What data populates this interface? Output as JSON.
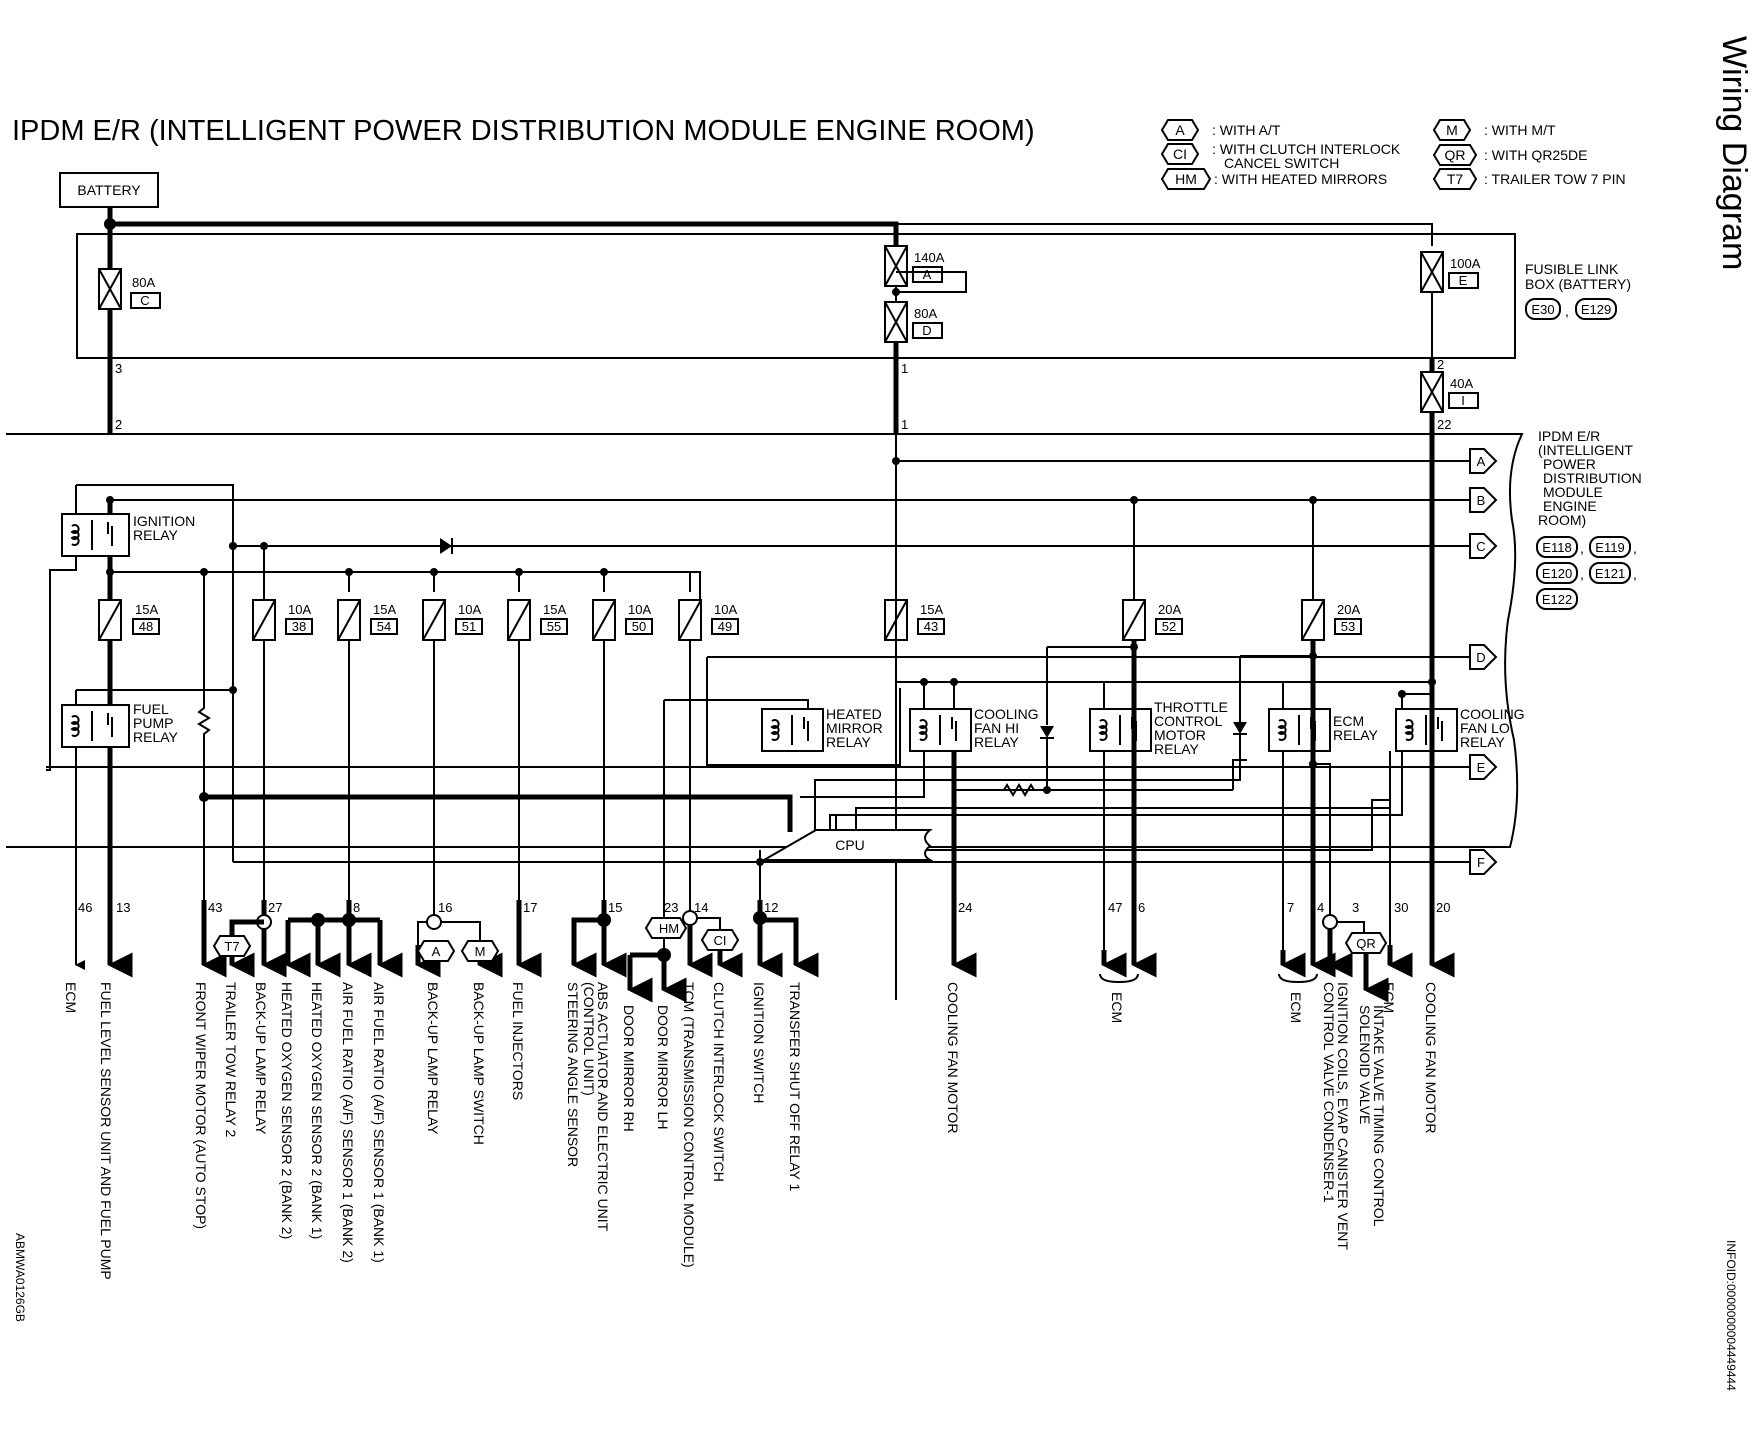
{
  "title": "IPDM E/R (INTELLIGENT POWER DISTRIBUTION MODULE ENGINE ROOM)",
  "side_title": "Wiring Diagram",
  "doc_code": "ABMWA0126GB",
  "info_id": "INFOID:0000000004449444",
  "battery_label": "BATTERY",
  "cpu_label": "CPU",
  "legend": [
    {
      "code": "A",
      "text": ": WITH A/T"
    },
    {
      "code": "CI",
      "text": ": WITH CLUTCH INTERLOCK",
      "text2": "CANCEL SWITCH"
    },
    {
      "code": "HM",
      "text": ": WITH HEATED MIRRORS"
    },
    {
      "code": "M",
      "text": ": WITH M/T"
    },
    {
      "code": "QR",
      "text": ": WITH QR25DE"
    },
    {
      "code": "T7",
      "text": ": TRAILER TOW 7 PIN"
    }
  ],
  "fusible_link_box": {
    "lines": [
      "FUSIBLE LINK",
      "BOX (BATTERY)"
    ],
    "connectors": [
      "E30",
      "E129"
    ]
  },
  "ipdm_block": {
    "lines": [
      "IPDM E/R",
      "(INTELLIGENT",
      "POWER",
      "DISTRIBUTION",
      "MODULE",
      "ENGINE",
      "ROOM)"
    ],
    "connectors": [
      "E118",
      "E119",
      "E120",
      "E121",
      "E122"
    ]
  },
  "fusible_links": [
    {
      "amp": "80A",
      "id": "C"
    },
    {
      "amp": "140A",
      "id": "A"
    },
    {
      "amp": "80A",
      "id": "D"
    },
    {
      "amp": "100A",
      "id": "E"
    },
    {
      "amp": "40A",
      "id": "I"
    }
  ],
  "fuses": [
    {
      "amp": "15A",
      "num": "48"
    },
    {
      "amp": "10A",
      "num": "38"
    },
    {
      "amp": "15A",
      "num": "54"
    },
    {
      "amp": "10A",
      "num": "51"
    },
    {
      "amp": "15A",
      "num": "55"
    },
    {
      "amp": "10A",
      "num": "50"
    },
    {
      "amp": "10A",
      "num": "49"
    },
    {
      "amp": "15A",
      "num": "43"
    },
    {
      "amp": "20A",
      "num": "52"
    },
    {
      "amp": "20A",
      "num": "53"
    }
  ],
  "relays": {
    "ignition": [
      "IGNITION",
      "RELAY"
    ],
    "fuel_pump": [
      "FUEL",
      "PUMP",
      "RELAY"
    ],
    "heated_mirror": [
      "HEATED",
      "MIRROR",
      "RELAY"
    ],
    "cooling_fan_hi": [
      "COOLING",
      "FAN HI",
      "RELAY"
    ],
    "throttle": [
      "THROTTLE",
      "CONTROL",
      "MOTOR",
      "RELAY"
    ],
    "ecm": [
      "ECM",
      "RELAY"
    ],
    "cooling_fan_lo": [
      "COOLING",
      "FAN LO",
      "RELAY"
    ]
  },
  "flags": [
    "A",
    "B",
    "C",
    "D",
    "E",
    "F"
  ],
  "box_pins": {
    "p3": "3",
    "p2_top": "2",
    "p1a": "1",
    "p1b": "1",
    "p2_mid": "2",
    "p22": "22"
  },
  "harness_pins": [
    "46",
    "13",
    "43",
    "27",
    "8",
    "16",
    "17",
    "15",
    "23",
    "14",
    "12",
    "24",
    "47",
    "6",
    "7",
    "4",
    "3",
    "30",
    "20"
  ],
  "destinations": [
    [
      "ECM"
    ],
    [
      "FUEL LEVEL SENSOR UNIT AND FUEL PUMP"
    ],
    [
      "FRONT WIPER MOTOR (AUTO STOP)"
    ],
    [
      "TRAILER TOW RELAY 2"
    ],
    [
      "BACK-UP LAMP RELAY"
    ],
    [
      "HEATED OXYGEN SENSOR 2 (BANK 2)"
    ],
    [
      "HEATED OXYGEN SENSOR 2 (BANK 1)"
    ],
    [
      "AIR FUEL RATIO (A/F) SENSOR 1 (BANK 2)"
    ],
    [
      "AIR FUEL RATIO (A/F) SENSOR 1 (BANK 1)"
    ],
    [
      "BACK-UP LAMP RELAY"
    ],
    [
      "BACK-UP LAMP SWITCH"
    ],
    [
      "FUEL INJECTORS"
    ],
    [
      "STEERING ANGLE SENSOR"
    ],
    [
      "ABS ACTUATOR AND ELECTRIC UNIT",
      "(CONTROL UNIT)"
    ],
    [
      "DOOR MIRROR RH"
    ],
    [
      "DOOR MIRROR LH"
    ],
    [
      "TCM (TRANSMISSION CONTROL MODULE)"
    ],
    [
      "CLUTCH INTERLOCK SWITCH"
    ],
    [
      "IGNITION SWITCH"
    ],
    [
      "TRANSFER SHUT OFF RELAY 1"
    ],
    [
      "COOLING FAN MOTOR"
    ],
    [
      "ECM"
    ],
    [
      "ECM"
    ],
    [
      "IGNITION COILS, EVAP CANISTER VENT",
      "CONTROL VALVE CONDENSER-1"
    ],
    [
      "INTAKE VALVE TIMING CONTROL",
      "SOLENOID VALVE"
    ],
    [
      "ECM"
    ],
    [
      "COOLING FAN MOTOR"
    ]
  ],
  "options": {
    "t7": "T7",
    "a": "A",
    "m": "M",
    "hm": "HM",
    "ci": "CI",
    "qr": "QR"
  }
}
